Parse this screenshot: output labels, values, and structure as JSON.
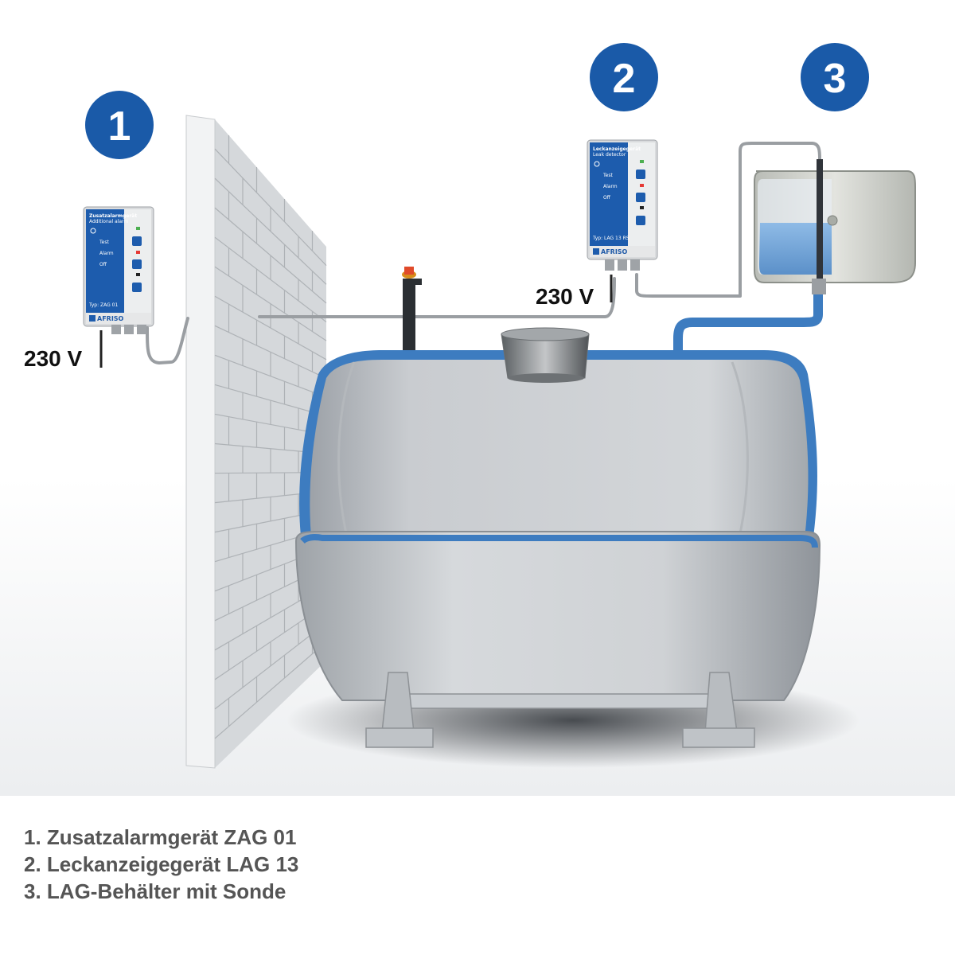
{
  "badges": [
    {
      "number": "1"
    },
    {
      "number": "2"
    },
    {
      "number": "3"
    }
  ],
  "voltage_labels": [
    "230 V",
    "230 V"
  ],
  "device_brand": "AFRISO",
  "device1": {
    "title": "Zusatzalarmgerät",
    "subtitle": "Additional alarm",
    "rows": [
      "Test",
      "Alarm",
      "Off"
    ],
    "type": "Typ: ZAG 01"
  },
  "device2": {
    "title": "Leckanzeigegerät",
    "subtitle": "Leak detector",
    "rows": [
      "Test",
      "Alarm",
      "Off"
    ],
    "type": "Typ: LAG 13 RS"
  },
  "colors": {
    "badge_blue": "#1a5aa8",
    "tank_lining_blue": "#3d7cc0",
    "tank_grey": "#c8ccd0",
    "legend_text": "#555555"
  },
  "legend": [
    "1. Zusatzalarmgerät ZAG 01",
    "2. Leckanzeigegerät LAG 13",
    "3. LAG-Behälter mit Sonde"
  ]
}
